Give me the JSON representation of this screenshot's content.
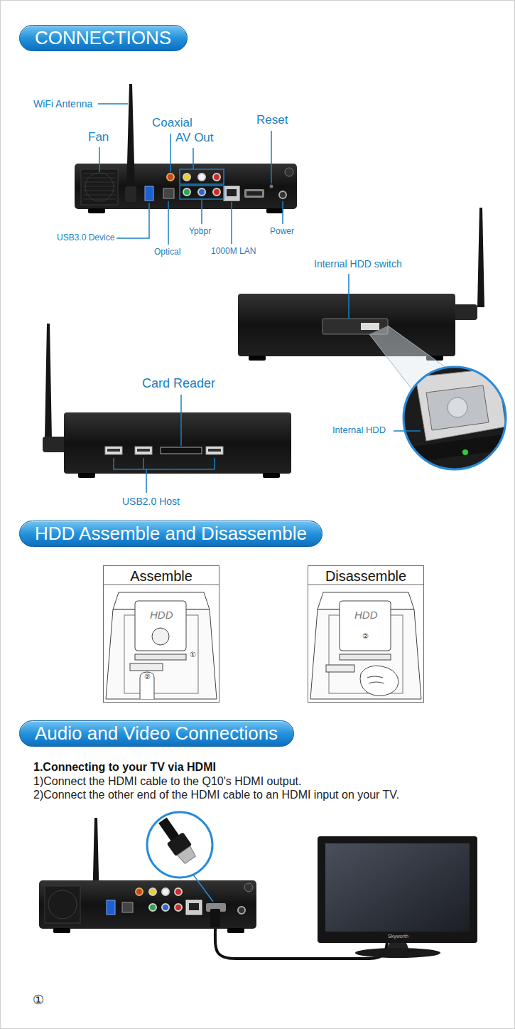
{
  "diagram": {
    "nodes": [
      {
        "text": [
          "CONNECTIONS"
        ]
      },
      {
        "text": [
          "HDD Assemble and Disassemble"
        ]
      },
      {
        "text": [
          "Assemble"
        ]
      },
      {
        "text": [
          "Disassemble"
        ]
      },
      {
        "text": [
          "Audio and Video Connections"
        ]
      }
    ],
    "labels": [
      "WiFi Antenna",
      "Fan",
      "Coaxial",
      "AV Out",
      "Reset",
      "USB3.0 Device",
      "Optical",
      "Ypbpr",
      "1000M LAN",
      "Power",
      "Internal HDD switch",
      "Card Reader",
      "Internal HDD",
      "USB2.0 Host",
      "HDD",
      "①",
      "②",
      "HDD",
      "②",
      "1.Connecting to your TV via HDMI",
      "1)Connect the HDMI cable to the Q10's HDMI output.",
      "2)Connect the other end of the HDMI cable to an HDMI input on your TV.",
      "Skyworth",
      "①"
    ]
  }
}
